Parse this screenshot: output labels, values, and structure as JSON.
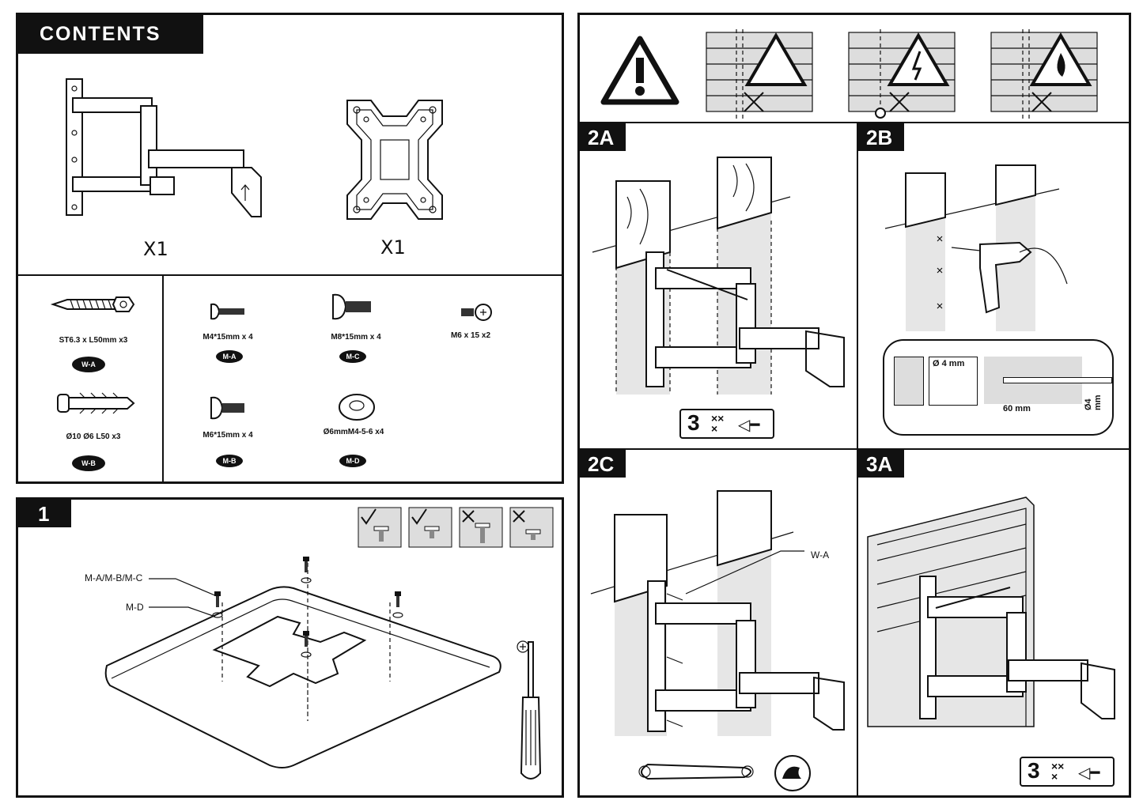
{
  "contents": {
    "title": "CONTENTS",
    "items": [
      {
        "name": "wall-mount-arm",
        "qty": "X1"
      },
      {
        "name": "vesa-plate",
        "qty": "X1"
      }
    ]
  },
  "hardware": [
    {
      "id": "wa",
      "caption": "ST6.3 x L50mm x3",
      "code": "W-A"
    },
    {
      "id": "wb",
      "caption": "Ø10 Ø6 L50 x3",
      "code": "W-B"
    },
    {
      "id": "ma",
      "caption": "M4*15mm x 4",
      "code": "M-A"
    },
    {
      "id": "mb",
      "caption": "M6*15mm x 4",
      "code": "M-B"
    },
    {
      "id": "mc",
      "caption": "M8*15mm x 4",
      "code": "M-C"
    },
    {
      "id": "md",
      "caption": "Ø6mmM4-5-6 x4",
      "code": "M-D"
    },
    {
      "id": "m6",
      "caption": "M6 x 15 x2",
      "code": ""
    }
  ],
  "step1": {
    "label": "1",
    "callout_screws": "M-A/M-B/M-C",
    "callout_washer": "M-D"
  },
  "steps": {
    "s2a": {
      "label": "2A",
      "count": "3"
    },
    "s2b": {
      "label": "2B",
      "drill_dia": "Ø 4 mm",
      "depth": "60 mm",
      "bit_dia": "Ø4 mm"
    },
    "s2c": {
      "label": "2C",
      "callout": "W-A"
    },
    "s3a": {
      "label": "3A",
      "count": "3"
    }
  },
  "warnings": [
    "general-warning",
    "water-pipe-warning",
    "electric-warning",
    "gas-warning"
  ]
}
